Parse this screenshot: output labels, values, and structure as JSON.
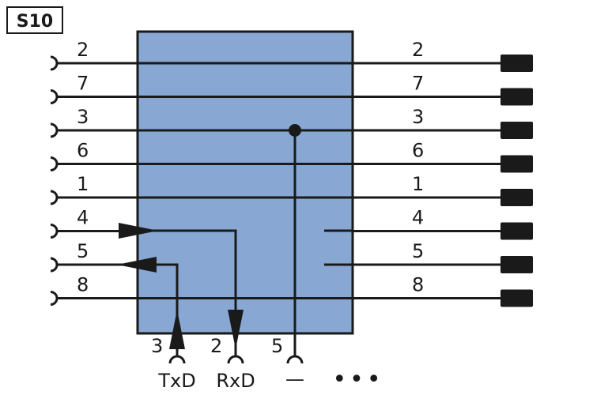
{
  "label": "S10",
  "colors": {
    "box": "#88a8d3",
    "line": "#1a1a1a",
    "background": "#ffffff"
  },
  "pins": [
    {
      "left": "2",
      "right": "2"
    },
    {
      "left": "7",
      "right": "7"
    },
    {
      "left": "3",
      "right": "3"
    },
    {
      "left": "6",
      "right": "6"
    },
    {
      "left": "1",
      "right": "1"
    },
    {
      "left": "4",
      "right": "4"
    },
    {
      "left": "5",
      "right": "5"
    },
    {
      "left": "8",
      "right": "8"
    }
  ],
  "bottom_pins": [
    {
      "number": "3",
      "signal": "TxD"
    },
    {
      "number": "2",
      "signal": "RxD"
    },
    {
      "number": "5",
      "signal": "—"
    }
  ],
  "more_indicator": "•••"
}
